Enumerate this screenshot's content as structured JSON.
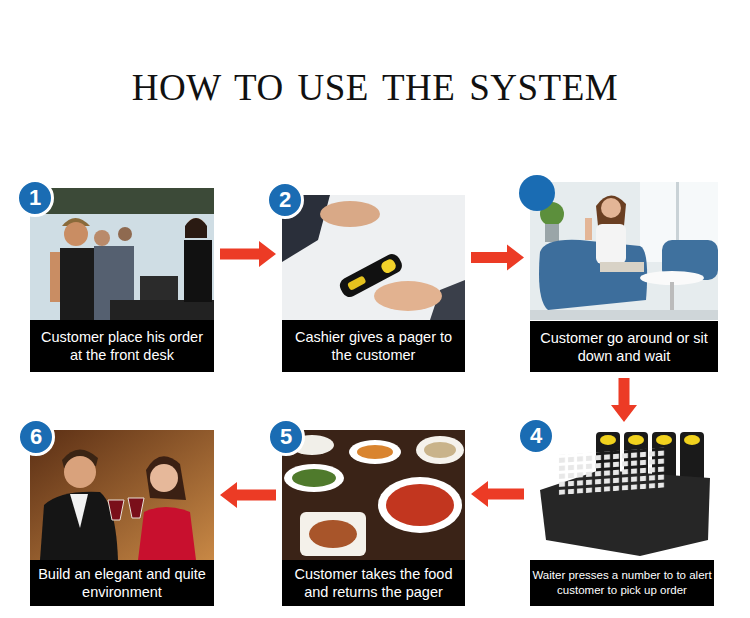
{
  "diagram": {
    "title": "HOW TO USE THE SYSTEM",
    "nodes": [
      {
        "text": [
          "Customer place his order at the front desk"
        ]
      },
      {
        "text": [
          "1"
        ],
        "in": 0
      },
      {
        "text": [
          "Cashier gives a pager to the customer"
        ]
      },
      {
        "text": [
          "2"
        ],
        "in": 2
      },
      {
        "text": [
          "Customer go around or sit down and wait"
        ]
      },
      {
        "text": [
          "Waiter presses a number to to alert customer to pick up order"
        ]
      },
      {
        "text": [
          "4"
        ],
        "in": 5
      },
      {
        "text": [
          "Customer takes the food and returns the pager"
        ]
      },
      {
        "text": [
          "5"
        ],
        "in": 7
      },
      {
        "text": [
          "Build an elegant and quite environment"
        ]
      },
      {
        "text": [
          "6"
        ],
        "in": 9
      }
    ],
    "edges": [
      {
        "from": 0,
        "to": 2,
        "arrow": "to"
      },
      {
        "from": 2,
        "to": 4,
        "arrow": "to"
      },
      {
        "from": 4,
        "to": 5,
        "arrow": "to"
      },
      {
        "from": 5,
        "to": 7,
        "arrow": "to"
      },
      {
        "from": 7,
        "to": 9,
        "arrow": "to"
      }
    ]
  }
}
